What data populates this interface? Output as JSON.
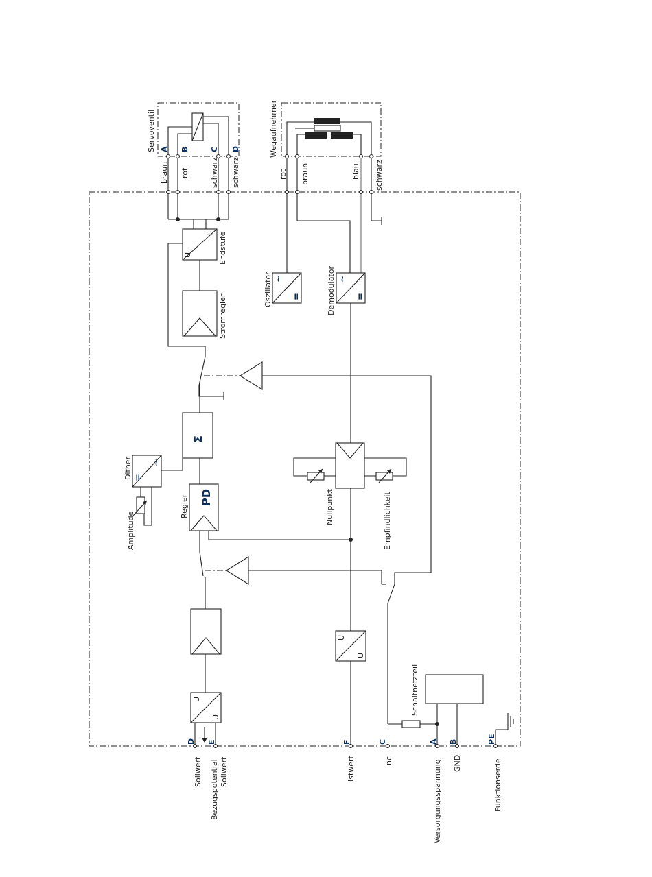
{
  "servoventil": {
    "title": "Servoventil",
    "pins": [
      "A",
      "B",
      "C",
      "D"
    ],
    "wires": [
      "braun",
      "rot",
      "schwarz",
      "schwarz"
    ]
  },
  "wegaufnehmer": {
    "title": "Wegaufnehmer",
    "wires": [
      "rot",
      "braun",
      "blau",
      "schwarz"
    ]
  },
  "blocks": {
    "endstufe": "Endstufe",
    "endstufe_u": "U",
    "endstufe_i": "I",
    "stromregler": "Stromregler",
    "oszillator": "Oszillator",
    "demodulator": "Demodulator",
    "ac_symbol": "~",
    "dc_symbol": "=",
    "sum_symbol": "Σ",
    "dither": "Dither",
    "amplitude": "Amplitude",
    "regler": "Regler",
    "pd": "PD",
    "nullpunkt": "Nullpunkt",
    "empfindlichkeit": "Empfindlichkeit",
    "schaltnetzteil": "Schaltnetzteil",
    "u": "U"
  },
  "terminals": [
    {
      "pin": "D",
      "label": "Sollwert"
    },
    {
      "pin": "E",
      "label": "Bezugspotential Sollwert"
    },
    {
      "pin": "F",
      "label": "Istwert"
    },
    {
      "pin": "C",
      "label": "nc"
    },
    {
      "pin": "A",
      "label": "Versorgungsspannung"
    },
    {
      "pin": "B",
      "label": "GND"
    },
    {
      "pin": "PE",
      "label": "Funktionserde"
    }
  ]
}
